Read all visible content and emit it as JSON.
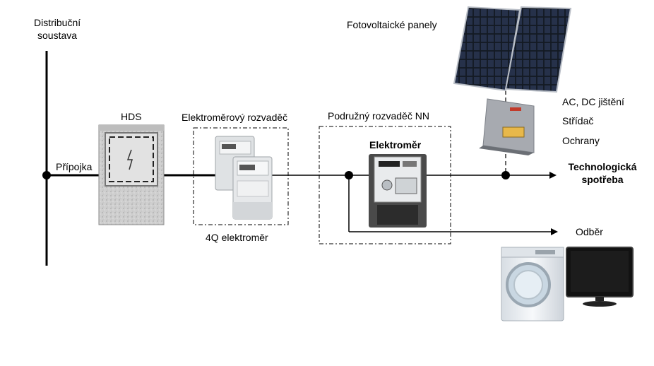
{
  "labels": {
    "grid_line1": "Distribuční",
    "grid_line2": "soustava",
    "connection": "Přípojka",
    "hds": "HDS",
    "meter_cabinet": "Elektroměrový rozvaděč",
    "meter_4q": "4Q elektroměr",
    "sub_switchboard": "Podružný rozvaděč NN",
    "meter": "Elektroměr",
    "pv_panels": "Fotovoltaické panely",
    "protection_ac_dc": "AC, DC jištění",
    "inverter": "Střídač",
    "protections": "Ochrany",
    "tech_line1": "Technologická",
    "tech_line2": "spotřeba",
    "consumption": "Odběr"
  },
  "colors": {
    "line": "#000000",
    "box_dash": "#000000",
    "granite": "#c8c8c8",
    "panel": "#1c2430",
    "panel_frame": "#b9bec6",
    "inverter": "#a7aab0",
    "inverter_display": "#e8b84a",
    "meter_body": "#4a4a4a",
    "meter_white": "#e9ebed",
    "washer": "#eef1f4",
    "tv": "#121212"
  }
}
